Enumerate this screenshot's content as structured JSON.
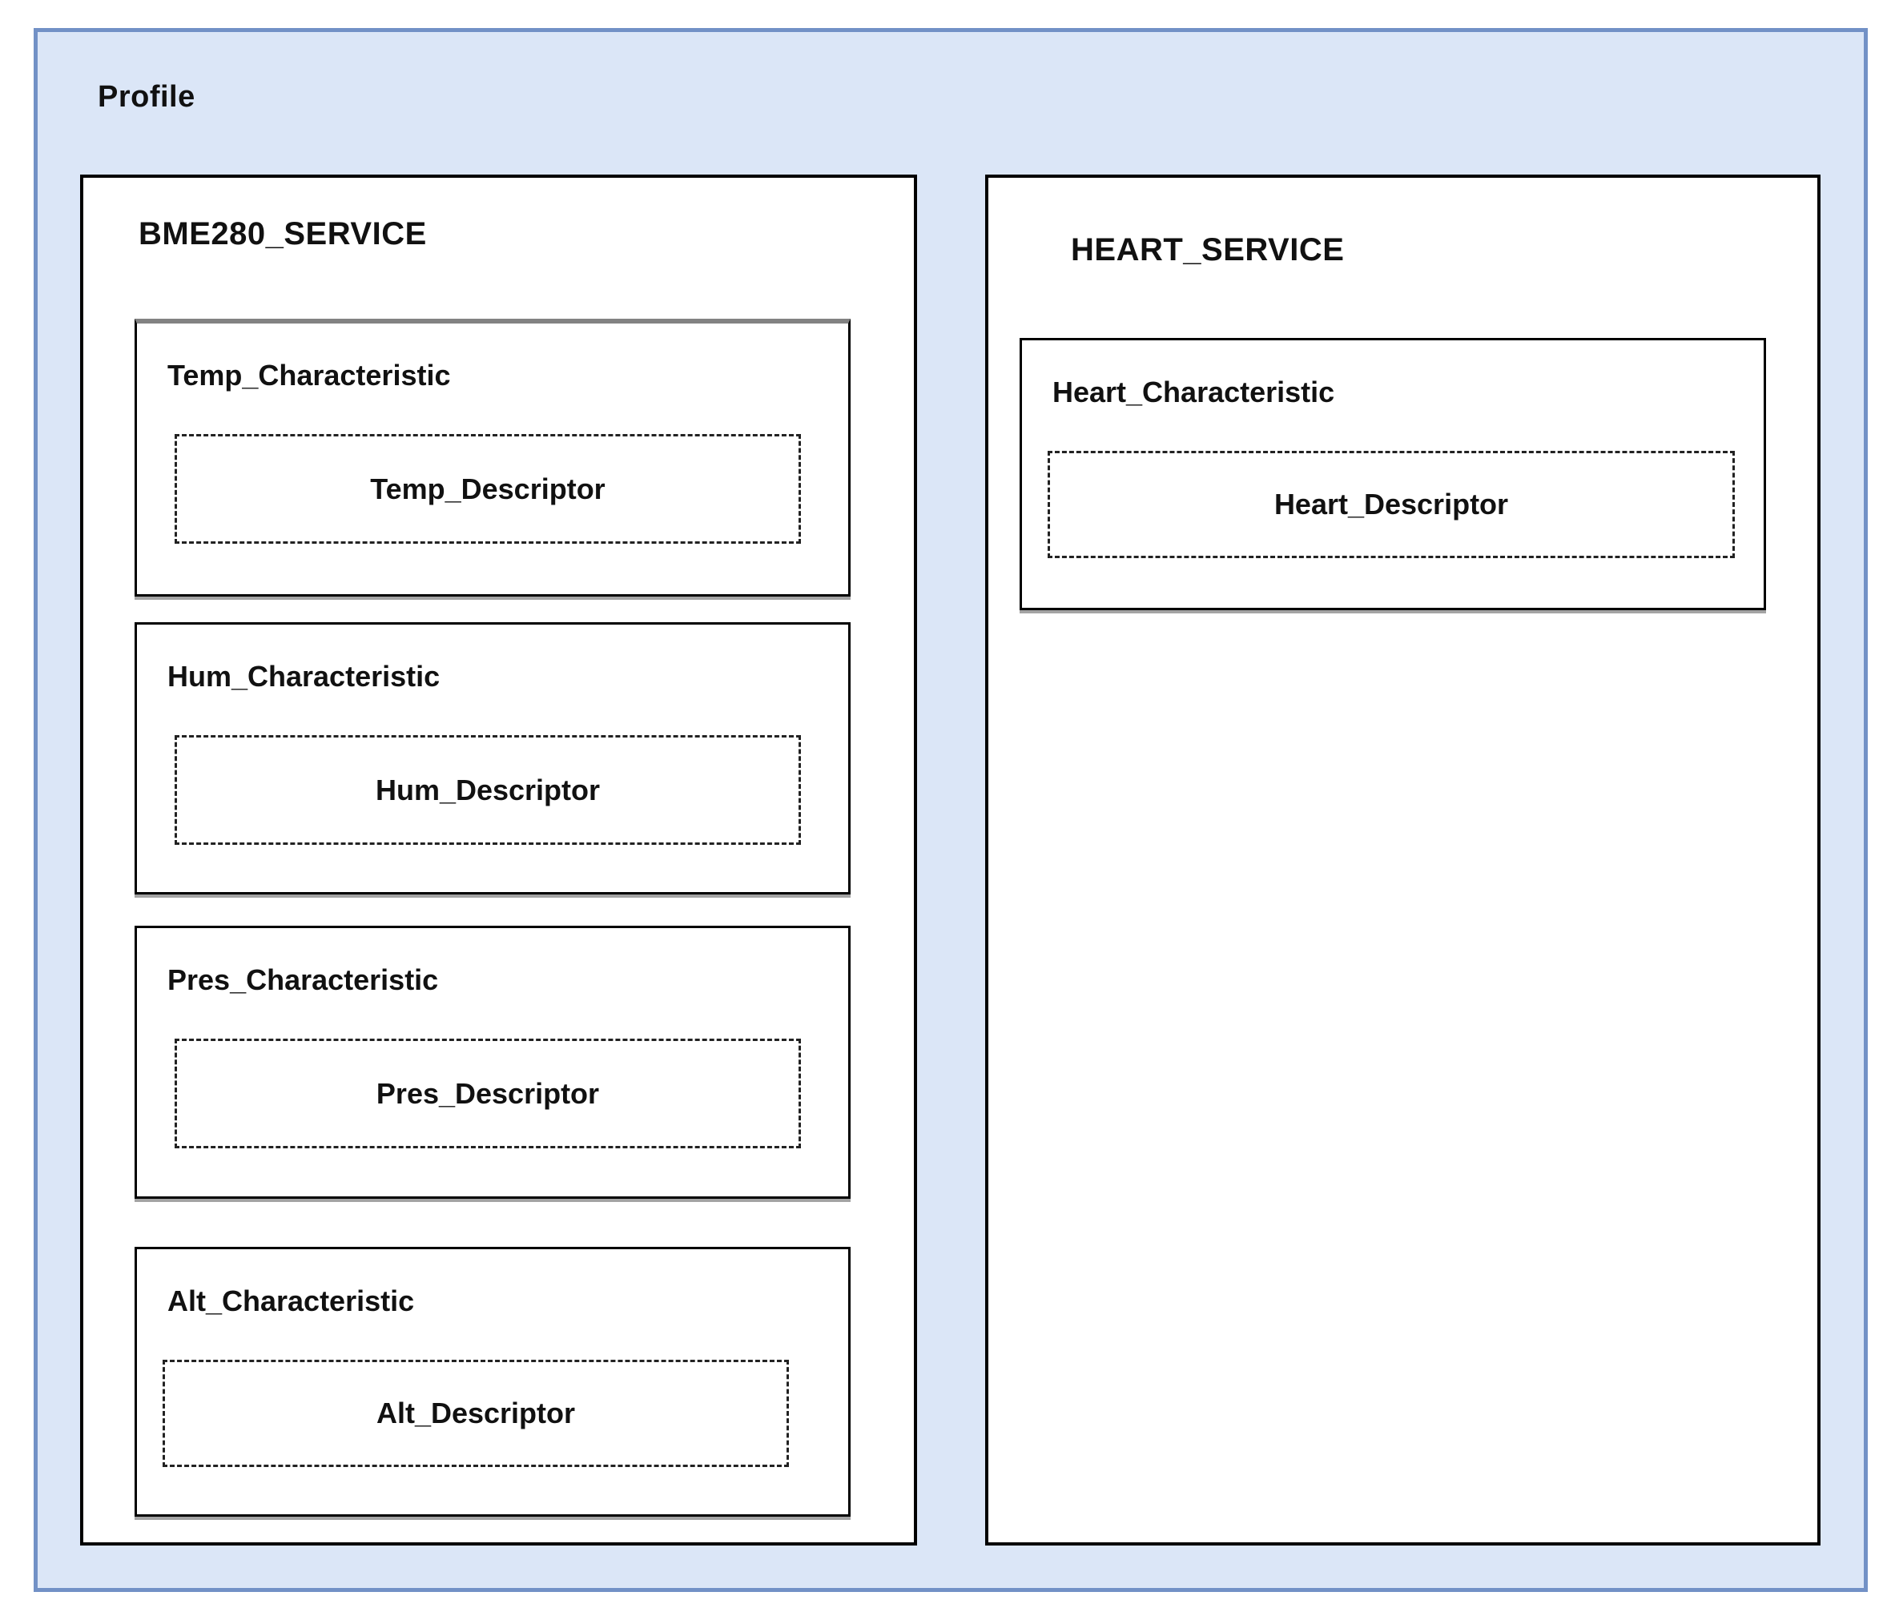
{
  "diagram": {
    "title": "Profile",
    "services": [
      {
        "name": "BME280_SERVICE",
        "characteristics": [
          {
            "name": "Temp_Characteristic",
            "descriptor": "Temp_Descriptor"
          },
          {
            "name": "Hum_Characteristic",
            "descriptor": "Hum_Descriptor"
          },
          {
            "name": "Pres_Characteristic",
            "descriptor": "Pres_Descriptor"
          },
          {
            "name": "Alt_Characteristic",
            "descriptor": "Alt_Descriptor"
          }
        ]
      },
      {
        "name": "HEART_SERVICE",
        "characteristics": [
          {
            "name": "Heart_Characteristic",
            "descriptor": "Heart_Descriptor"
          }
        ]
      }
    ],
    "colors": {
      "profile_fill": "#dbe6f7",
      "profile_border": "#7291c6",
      "panel_fill": "#ffffff",
      "box_border": "#000000",
      "box_shadow": "#a3a3a3",
      "temp_top_border": "#828282",
      "text": "#111111"
    }
  }
}
